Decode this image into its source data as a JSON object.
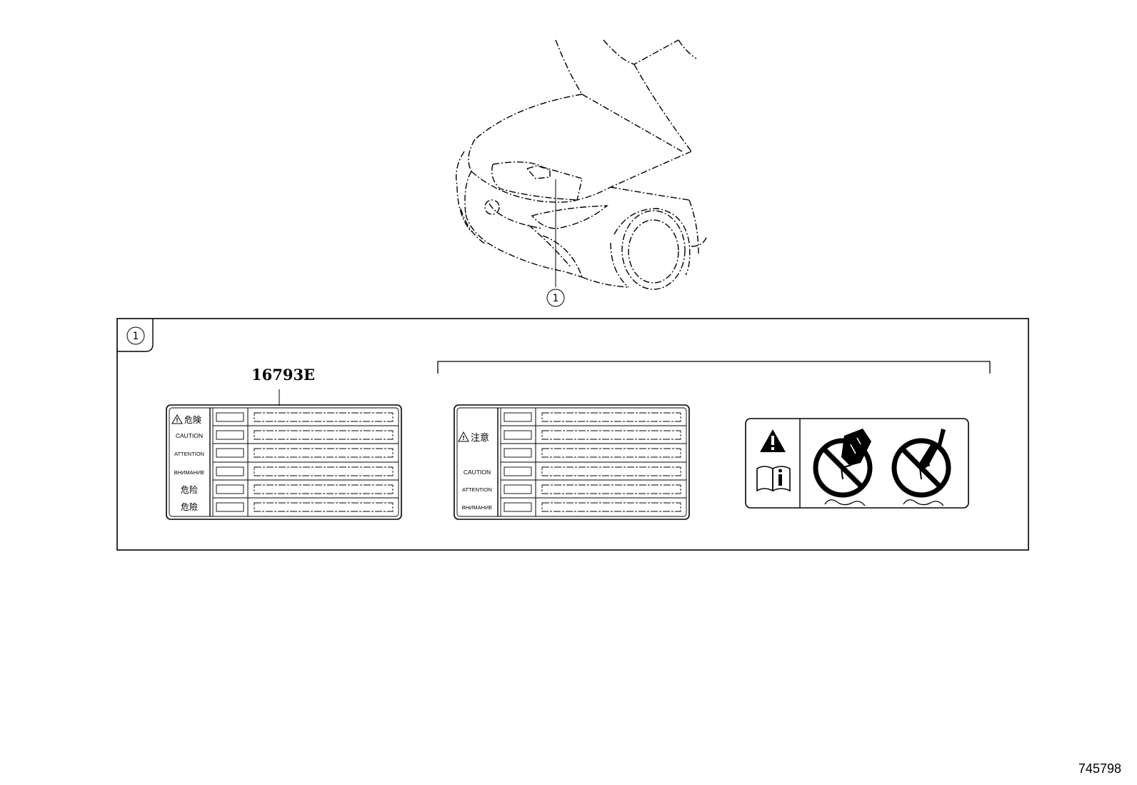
{
  "callout": {
    "number": "1"
  },
  "panel": {
    "badge": "1"
  },
  "part_number": "16793E",
  "diagram_id": "745798",
  "label_left": {
    "rows": [
      "危険",
      "CAUTION",
      "ATTENTION",
      "ВНИМАНИЕ",
      "危险",
      "危險"
    ]
  },
  "label_middle": {
    "rows": [
      "注意",
      "CAUTION",
      "ATTENTION",
      "ВНИМАНИЕ"
    ]
  },
  "pictogram_label": {
    "icons": [
      "warning-triangle-icon",
      "manual-info-icon",
      "no-hand-fan-icon",
      "no-tool-fan-icon"
    ]
  }
}
